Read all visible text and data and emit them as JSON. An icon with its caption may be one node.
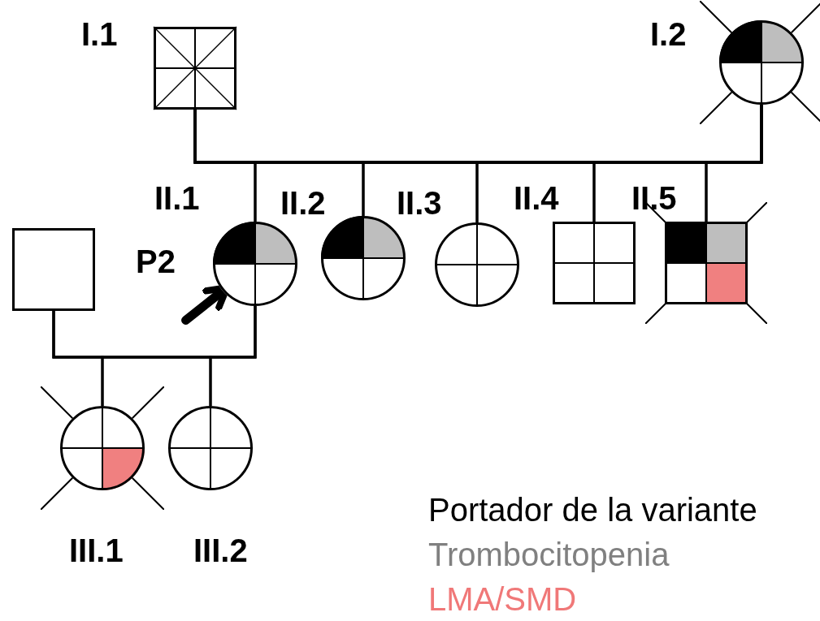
{
  "diagram": {
    "nodes": [
      {
        "text": [],
        "shape": "box",
        "beside": [
          "I.1"
        ]
      },
      {
        "text": [],
        "shape": "circle",
        "beside": [
          "I.2"
        ]
      },
      {
        "text": [],
        "shape": "circle",
        "beside": [
          "II.1",
          "P2"
        ]
      },
      {
        "text": [],
        "shape": "circle",
        "beside": [
          "II.2"
        ]
      },
      {
        "text": [],
        "shape": "circle",
        "beside": [
          "II.3"
        ]
      },
      {
        "text": [],
        "shape": "box",
        "beside": [
          "II.4"
        ]
      },
      {
        "text": [],
        "shape": "box",
        "beside": [
          "II.5"
        ]
      },
      {
        "text": [],
        "shape": "box"
      },
      {
        "text": [],
        "shape": "circle",
        "beside": [
          "III.1"
        ]
      },
      {
        "text": [],
        "shape": "circle",
        "beside": [
          "III.2"
        ]
      }
    ],
    "edges": [
      {
        "from": 0,
        "to": 1,
        "arrow": "none"
      },
      {
        "from": 0,
        "to": 2,
        "arrow": "none"
      },
      {
        "from": 0,
        "to": 3,
        "arrow": "none"
      },
      {
        "from": 0,
        "to": 4,
        "arrow": "none"
      },
      {
        "from": 0,
        "to": 5,
        "arrow": "none"
      },
      {
        "from": 0,
        "to": 6,
        "arrow": "none"
      },
      {
        "from": 1,
        "to": 2,
        "arrow": "none"
      },
      {
        "from": 1,
        "to": 3,
        "arrow": "none"
      },
      {
        "from": 1,
        "to": 4,
        "arrow": "none"
      },
      {
        "from": 1,
        "to": 5,
        "arrow": "none"
      },
      {
        "from": 1,
        "to": 6,
        "arrow": "none"
      },
      {
        "from": 7,
        "to": 2,
        "arrow": "none"
      },
      {
        "from": 7,
        "to": 8,
        "arrow": "none"
      },
      {
        "from": 7,
        "to": 9,
        "arrow": "none"
      },
      {
        "from": 2,
        "to": 8,
        "arrow": "none"
      },
      {
        "from": 2,
        "to": 9,
        "arrow": "none"
      },
      {
        "from": null,
        "to": 2,
        "arrow": "to",
        "style": "thick"
      }
    ],
    "legend": [
      {
        "text": "Portador de la variante",
        "color": "#000000"
      },
      {
        "text": "Trombocitopenia",
        "color": "#808080"
      },
      {
        "text": "LMA/SMD",
        "color": "#f07878"
      }
    ]
  }
}
